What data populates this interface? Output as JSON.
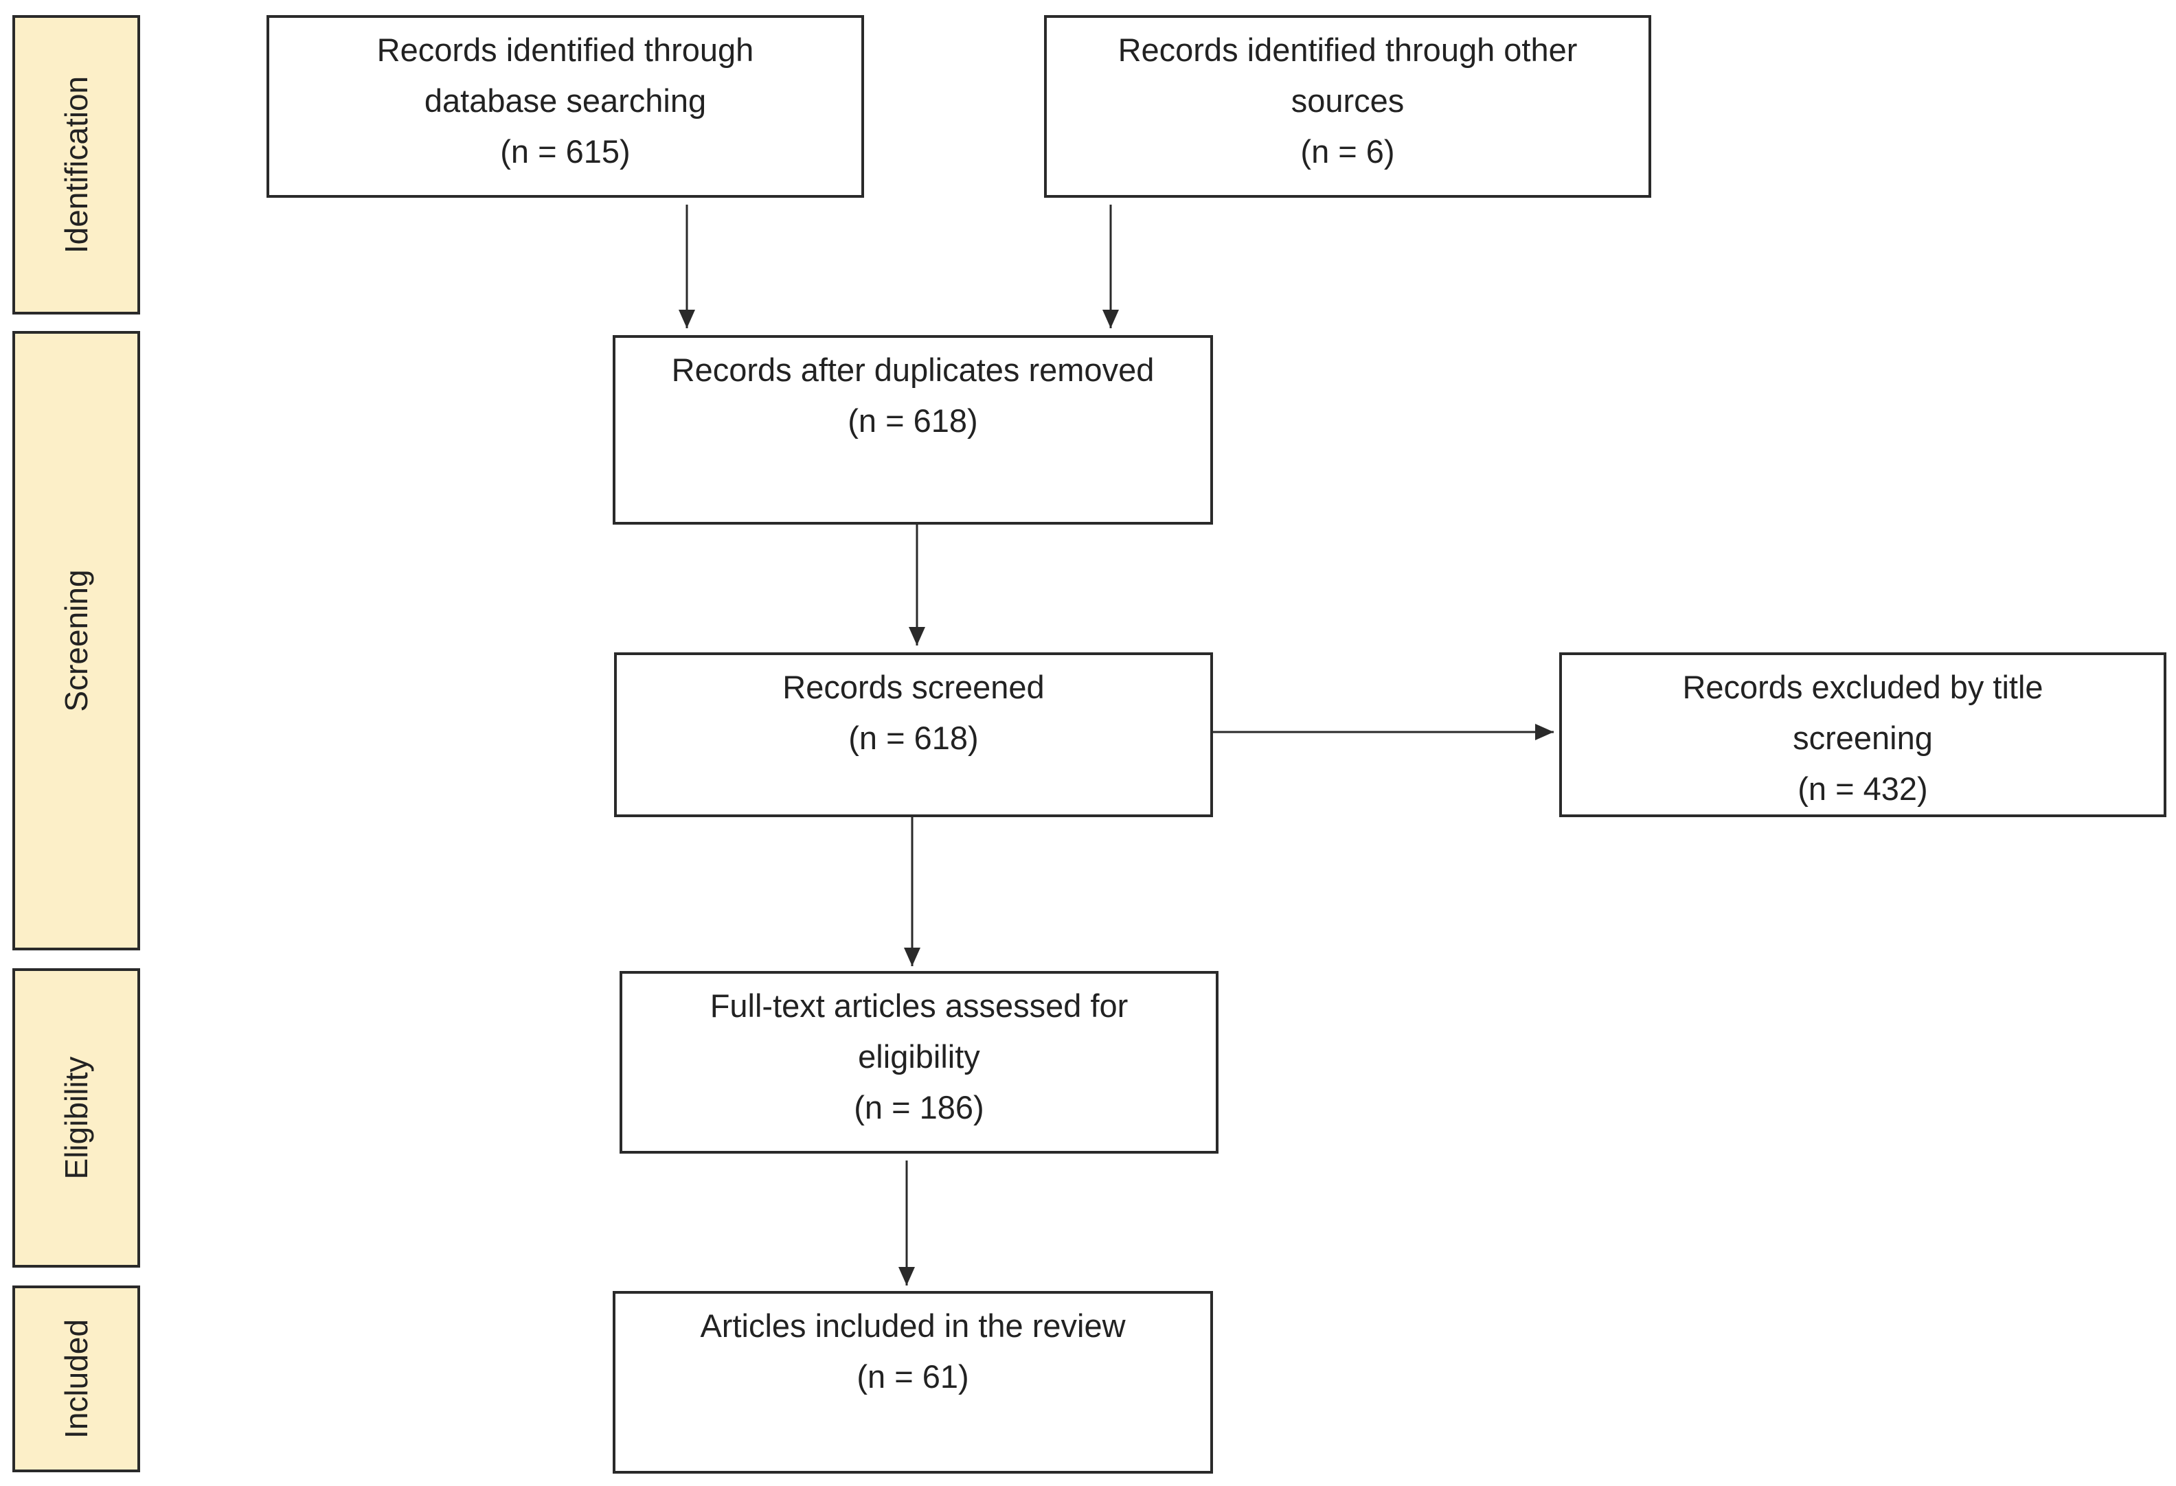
{
  "phases": {
    "identification": "Identification",
    "screening": "Screening",
    "eligibility": "Eligibility",
    "included": "Included"
  },
  "boxes": {
    "database_search": {
      "lines": [
        "Records identified through",
        "database searching",
        "(n = 615)"
      ]
    },
    "other_sources": {
      "lines": [
        "Records identified through other",
        "sources",
        "(n = 6)"
      ]
    },
    "after_duplicates": {
      "lines": [
        "Records after duplicates removed",
        "(n = 618)"
      ]
    },
    "screened": {
      "lines": [
        "Records screened",
        "(n = 618)"
      ]
    },
    "excluded_title": {
      "lines": [
        "Records excluded by title",
        "screening",
        "(n = 432)"
      ]
    },
    "full_text": {
      "lines": [
        "Full-text articles assessed for",
        "eligibility",
        "(n = 186)"
      ]
    },
    "included_review": {
      "lines": [
        "Articles included in the review",
        "(n = 61)"
      ]
    }
  },
  "colors": {
    "phase_fill": "#fcefc8",
    "stroke": "#2a2a2a"
  }
}
